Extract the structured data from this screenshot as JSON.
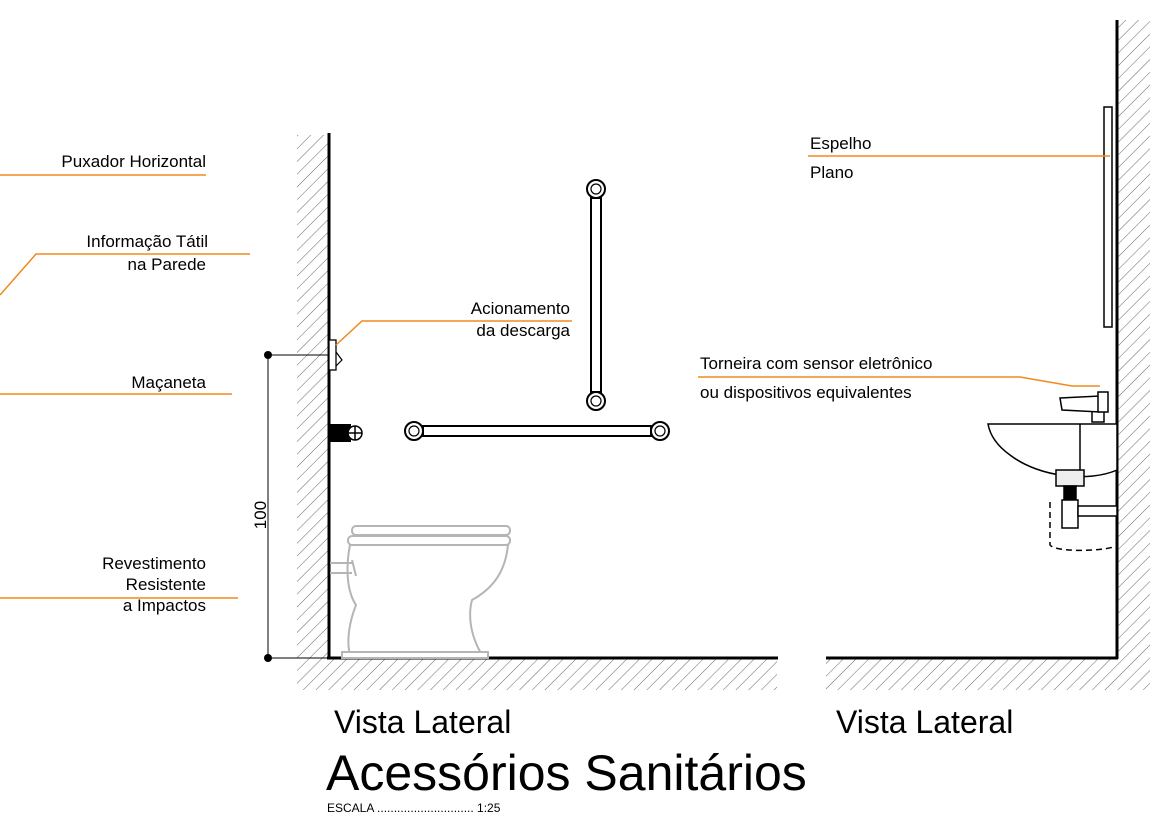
{
  "labels": {
    "puxador": "Puxador Horizontal",
    "informacao_l1": "Informação Tátil",
    "informacao_l2": "na Parede",
    "macaneta": "Maçaneta",
    "revestimento_l1": "Revestimento",
    "revestimento_l2": "Resistente",
    "revestimento_l3": "a Impactos",
    "acionamento_l1": "Acionamento",
    "acionamento_l2": "da descarga",
    "espelho_l1": "Espelho",
    "espelho_l2": "Plano",
    "torneira_l1": "Torneira com sensor eletrônico",
    "torneira_l2": "ou dispositivos equivalentes"
  },
  "dimension": "100",
  "views": {
    "left_title": "Vista Lateral",
    "right_title": "Vista Lateral"
  },
  "title": "Acessórios Sanitários",
  "scale": "ESCALA ............................. 1:25",
  "colors": {
    "leader": "#f08a1c",
    "line": "#000000",
    "hatch": "#555555",
    "fixture": "#b5b5b5"
  }
}
